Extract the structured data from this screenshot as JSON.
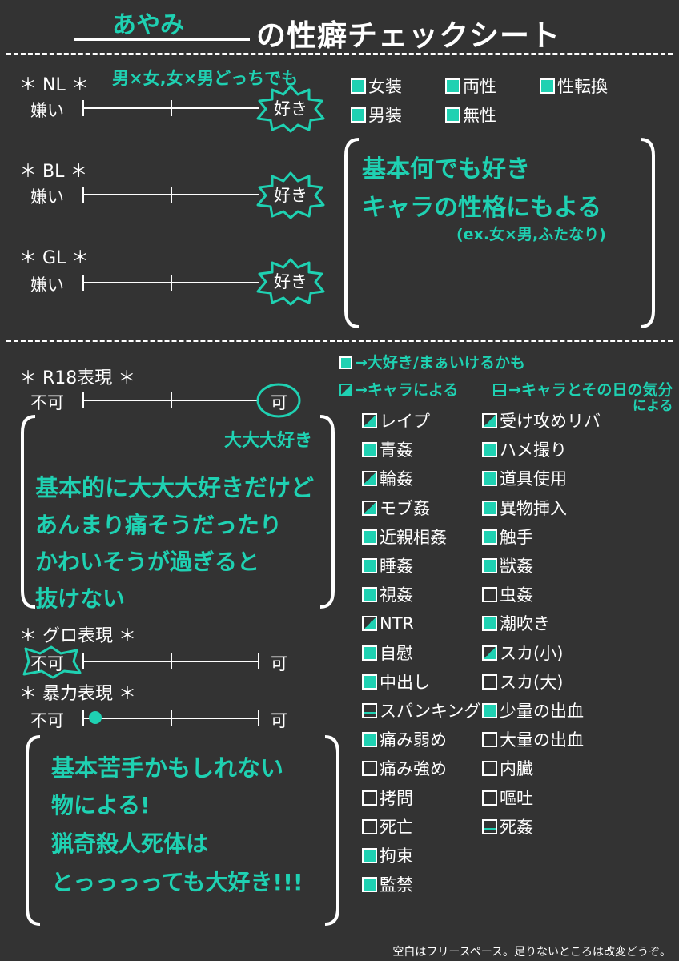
{
  "title": {
    "name": "あやみ",
    "text": "の性癖チェックシート"
  },
  "colors": {
    "background": "#333333",
    "accent": "#1fd1b2",
    "text": "#ffffff"
  },
  "sections": {
    "nl": {
      "label": "＊ NL ＊",
      "left": "嫌い",
      "right": "好き",
      "note": "男×女,女×男どっちでも",
      "value": 1.0
    },
    "bl": {
      "label": "＊ BL ＊",
      "left": "嫌い",
      "right": "好き",
      "value": 1.0
    },
    "gl": {
      "label": "＊ GL ＊",
      "left": "嫌い",
      "right": "好き",
      "value": 1.0
    },
    "r18": {
      "label": "＊ R18表現 ＊",
      "left": "不可",
      "right": "可",
      "value": 1.0
    },
    "gore": {
      "label": "＊ グロ表現 ＊",
      "left": "不可",
      "right": "可",
      "value": 0.0
    },
    "violence": {
      "label": "＊ 暴力表現 ＊",
      "left": "不可",
      "right": "可",
      "value": 0.05
    }
  },
  "gender_checks": [
    {
      "label": "女装",
      "state": "full"
    },
    {
      "label": "両性",
      "state": "full"
    },
    {
      "label": "性転換",
      "state": "full"
    },
    {
      "label": "男装",
      "state": "full"
    },
    {
      "label": "無性",
      "state": "full"
    }
  ],
  "notes": {
    "gender": [
      "基本何でも好き",
      "キャラの性格にもよる",
      "(ex.女×男,ふたなり)"
    ],
    "r18_emph": "大大大好き",
    "r18": [
      "基本的に大大大好きだけど",
      "あんまり痛そうだったり",
      "かわいそうが過ぎると",
      "抜けない"
    ],
    "violence": [
      "基本苦手かもしれない",
      "物による!",
      "猟奇殺人死体は",
      "とっっっっても大好き!!!"
    ]
  },
  "legend": {
    "full": "→大好き/まぁいけるかも",
    "half": "→キャラによる",
    "line1": "→キャラとその日の気分",
    "line2": "による"
  },
  "checks_left": [
    {
      "label": "レイプ",
      "state": "half"
    },
    {
      "label": "青姦",
      "state": "full"
    },
    {
      "label": "輪姦",
      "state": "half"
    },
    {
      "label": "モブ姦",
      "state": "half"
    },
    {
      "label": "近親相姦",
      "state": "full"
    },
    {
      "label": "睡姦",
      "state": "full"
    },
    {
      "label": "視姦",
      "state": "full"
    },
    {
      "label": "NTR",
      "state": "half"
    },
    {
      "label": "自慰",
      "state": "full"
    },
    {
      "label": "中出し",
      "state": "full"
    },
    {
      "label": "スパンキング",
      "state": "line"
    },
    {
      "label": "痛み弱め",
      "state": "full"
    },
    {
      "label": "痛み強め",
      "state": "empty"
    },
    {
      "label": "拷問",
      "state": "empty"
    },
    {
      "label": "死亡",
      "state": "empty"
    },
    {
      "label": "拘束",
      "state": "full"
    },
    {
      "label": "監禁",
      "state": "full"
    }
  ],
  "checks_right": [
    {
      "label": "受け攻めリバ",
      "state": "half"
    },
    {
      "label": "ハメ撮り",
      "state": "full"
    },
    {
      "label": "道具使用",
      "state": "full"
    },
    {
      "label": "異物挿入",
      "state": "full"
    },
    {
      "label": "触手",
      "state": "full"
    },
    {
      "label": "獣姦",
      "state": "full"
    },
    {
      "label": "虫姦",
      "state": "empty"
    },
    {
      "label": "潮吹き",
      "state": "full"
    },
    {
      "label": "スカ(小)",
      "state": "half"
    },
    {
      "label": "スカ(大)",
      "state": "empty"
    },
    {
      "label": "少量の出血",
      "state": "full"
    },
    {
      "label": "大量の出血",
      "state": "empty"
    },
    {
      "label": "内臓",
      "state": "empty"
    },
    {
      "label": "嘔吐",
      "state": "empty"
    },
    {
      "label": "死姦",
      "state": "line"
    }
  ],
  "footer": "空白はフリースペース。足りないところは改変どうぞ。"
}
